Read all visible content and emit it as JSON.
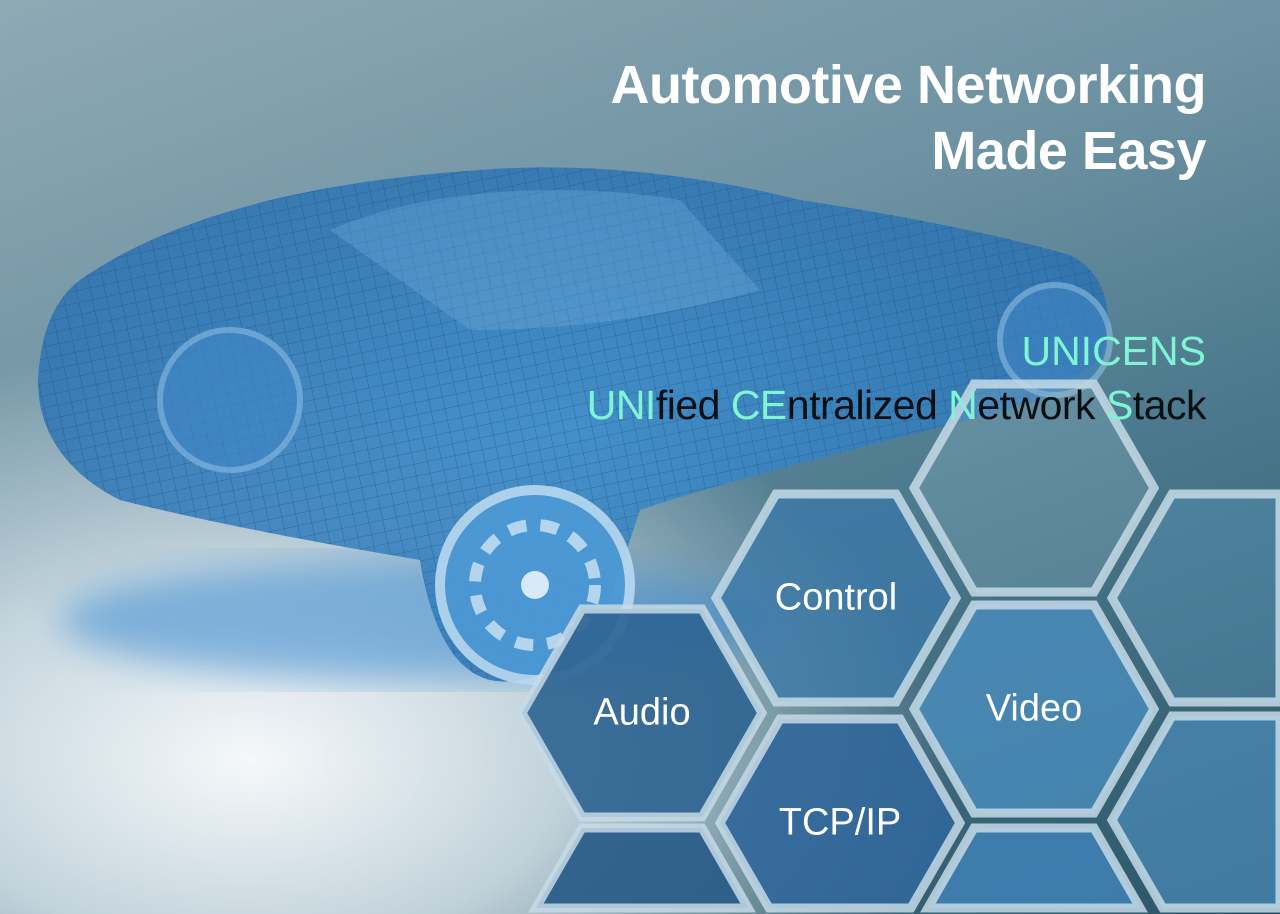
{
  "headline": {
    "line1": "Automotive Networking",
    "line2": "Made Easy"
  },
  "product": {
    "name": "UNICENS",
    "expansion_parts": [
      {
        "text": "UNI",
        "highlight": true
      },
      {
        "text": "fied ",
        "highlight": false
      },
      {
        "text": "CE",
        "highlight": true
      },
      {
        "text": "ntralized ",
        "highlight": false
      },
      {
        "text": "N",
        "highlight": true
      },
      {
        "text": "etwork ",
        "highlight": false
      },
      {
        "text": "S",
        "highlight": true
      },
      {
        "text": "tack",
        "highlight": false
      }
    ]
  },
  "features": {
    "control": "Control",
    "audio": "Audio",
    "video": "Video",
    "tcpip": "TCP/IP"
  },
  "colors": {
    "accent": "#7ff5d4",
    "hex_dark": "#2f6592",
    "hex_light": "#5b9bc3"
  }
}
